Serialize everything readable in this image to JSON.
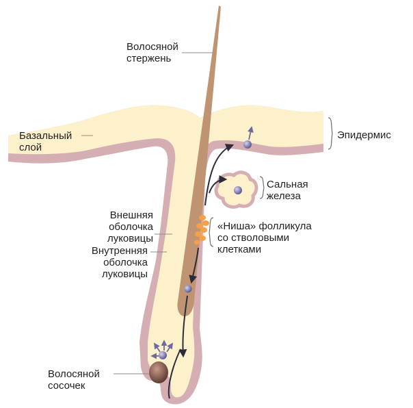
{
  "labels": {
    "hair_shaft": "Волосяной\nстержень",
    "basal_layer": "Базальный\nслой",
    "epidermis": "Эпидермис",
    "sebaceous_gland": "Сальная\nжелеза",
    "outer_sheath": "Внешняя\nоболочка\nлуковицы",
    "inner_sheath": "Внутренняя\nоболочка\nлуковицы",
    "niche": "«Ниша» фолликула\nсо стволовыми\nклетками",
    "dermal_papilla": "Волосяной\nсосочек"
  },
  "colors": {
    "skin_fill": "#fdf1cc",
    "skin_border": "#d5aeb4",
    "shaft": "#bf9472",
    "stem_cells": "#f5a04a",
    "cell": "#8e8aba",
    "papilla": "#7a5548",
    "arrow": "#2b2b3a",
    "arrow_light": "#6e6a9a"
  }
}
